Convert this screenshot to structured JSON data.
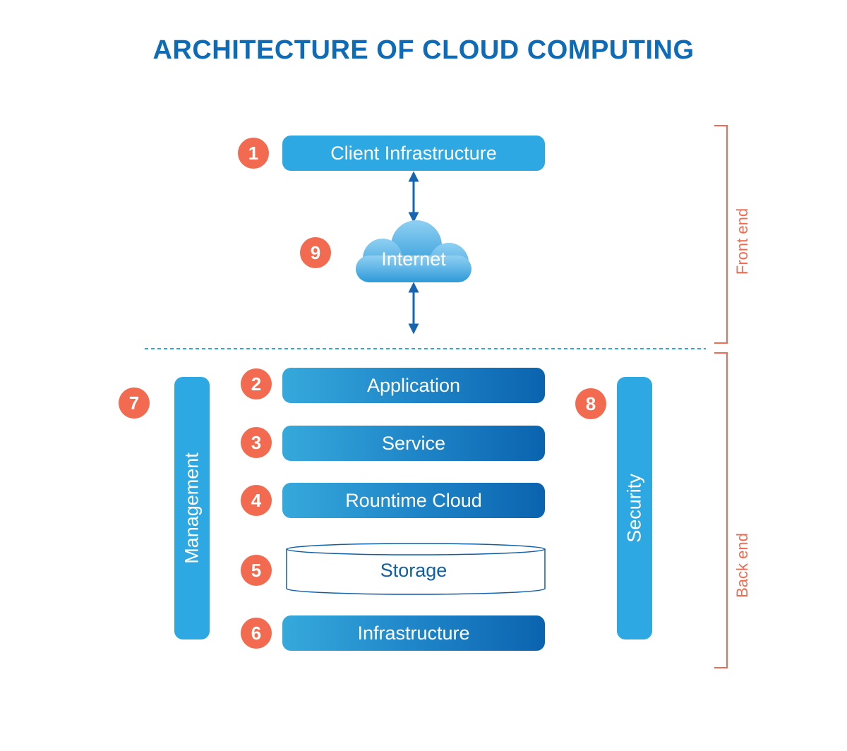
{
  "title": "ARCHITECTURE OF CLOUD COMPUTING",
  "client": {
    "number": "1",
    "label": "Client Infrastructure"
  },
  "internet": {
    "number": "9",
    "label": "Internet"
  },
  "layers": [
    {
      "number": "2",
      "label": "Application"
    },
    {
      "number": "3",
      "label": "Service"
    },
    {
      "number": "4",
      "label": "Rountime Cloud"
    },
    {
      "number": "5",
      "label": "Storage"
    },
    {
      "number": "6",
      "label": "Infrastructure"
    }
  ],
  "management": {
    "number": "7",
    "label": "Management"
  },
  "security": {
    "number": "8",
    "label": "Security"
  },
  "brackets": {
    "front": "Front end",
    "back": "Back end"
  },
  "colors": {
    "title": "#0E6BB8",
    "accent": "#2EA8E3",
    "gradient_end": "#0B63AE",
    "badge": "#F26A4F",
    "arrow": "#1565B0"
  }
}
